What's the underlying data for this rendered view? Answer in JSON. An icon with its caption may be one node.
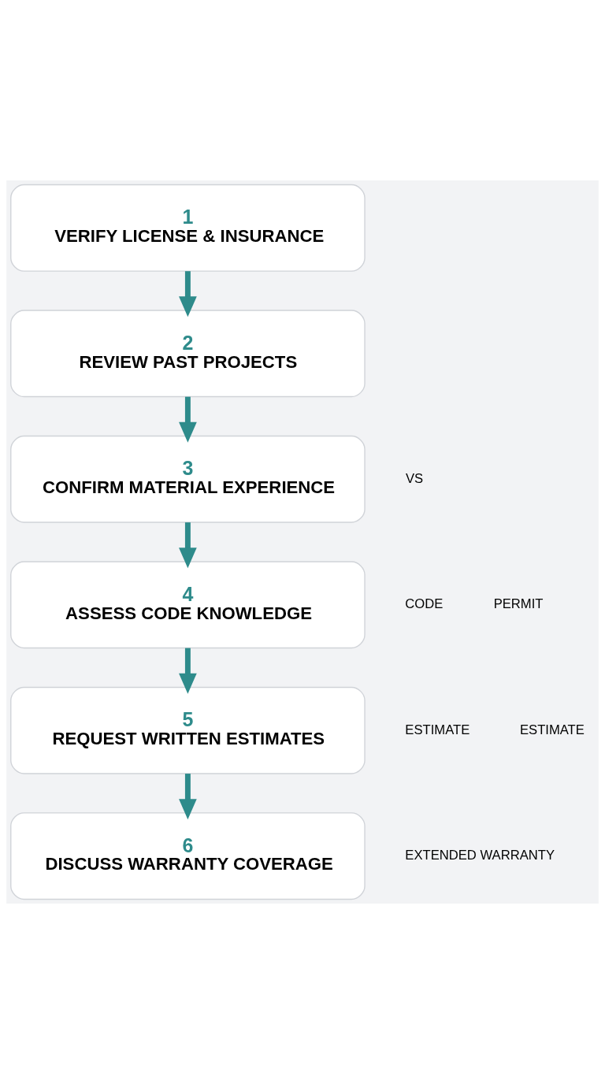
{
  "diagram": {
    "nodes": [
      {
        "text": [
          "1",
          "VERIFY LICENSE & INSURANCE"
        ]
      },
      {
        "text": [
          "2",
          "REVIEW PAST PROJECTS"
        ]
      },
      {
        "text": [
          "3",
          "CONFIRM MATERIAL EXPERIENCE"
        ]
      },
      {
        "text": [
          "4",
          "ASSESS CODE KNOWLEDGE"
        ]
      },
      {
        "text": [
          "5",
          "REQUEST WRITTEN ESTIMATES"
        ]
      },
      {
        "text": [
          "6",
          "DISCUSS WARRANTY COVERAGE"
        ]
      }
    ],
    "edges": [
      {
        "from": 0,
        "to": 1,
        "arrow": "to"
      },
      {
        "from": 1,
        "to": 2,
        "arrow": "to"
      },
      {
        "from": 2,
        "to": 3,
        "arrow": "to"
      },
      {
        "from": 3,
        "to": 4,
        "arrow": "to"
      },
      {
        "from": 4,
        "to": 5,
        "arrow": "to"
      }
    ],
    "labels": [
      "VS",
      "CODE",
      "PERMIT",
      "ESTIMATE",
      "ESTIMATE",
      "EXTENDED WARRANTY"
    ]
  }
}
